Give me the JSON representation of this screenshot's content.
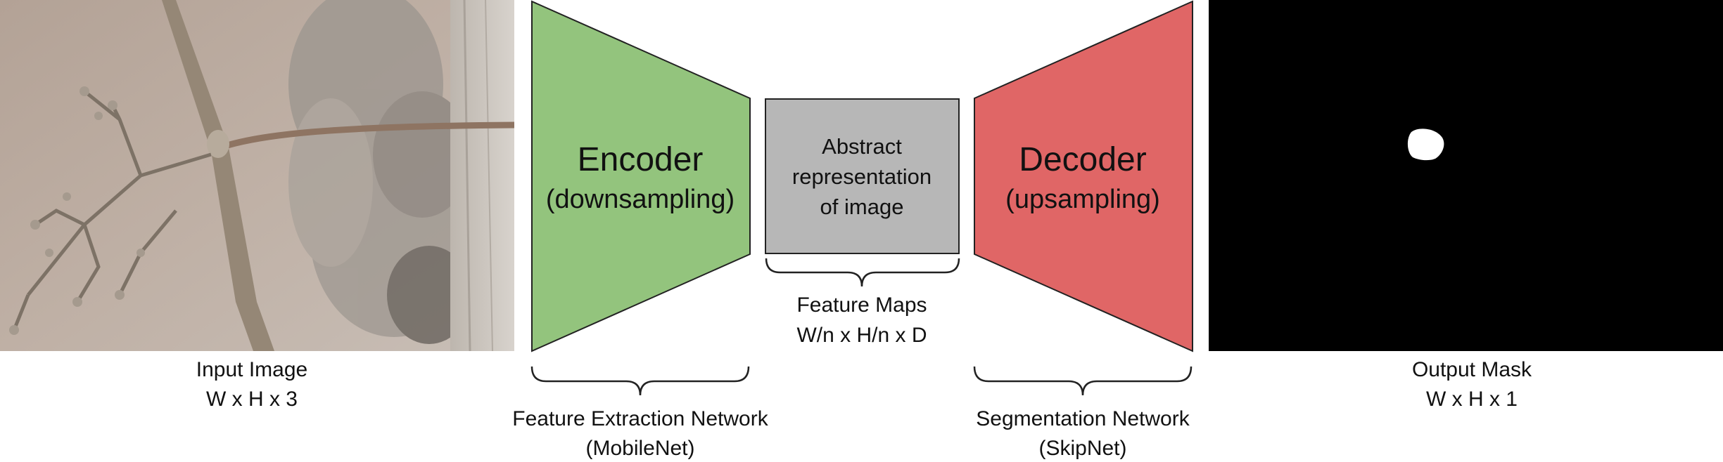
{
  "input": {
    "caption_line1": "Input Image",
    "caption_line2": "W x H x 3",
    "photo_colors": {
      "background": "#b9a99e",
      "stem": "#8c7e6f",
      "dry_plant": "#9c9690",
      "bark": "#c9c4be"
    }
  },
  "encoder": {
    "title": "Encoder",
    "subtitle": "(downsampling)",
    "color": "#93c47d",
    "brace_label_line1": "Feature Extraction Network",
    "brace_label_line2": "(MobileNet)"
  },
  "feature": {
    "line1": "Abstract",
    "line2": "representation",
    "line3": "of image",
    "color": "#b7b7b7",
    "brace_label_line1": "Feature Maps",
    "brace_label_line2": "W/n x H/n x D"
  },
  "decoder": {
    "title": "Decoder",
    "subtitle": "(upsampling)",
    "color": "#e06666",
    "brace_label_line1": "Segmentation Network",
    "brace_label_line2": "(SkipNet)"
  },
  "output": {
    "caption_line1": "Output Mask",
    "caption_line2": "W x H x 1",
    "mask_background": "#000000",
    "mask_blob": "#ffffff"
  }
}
